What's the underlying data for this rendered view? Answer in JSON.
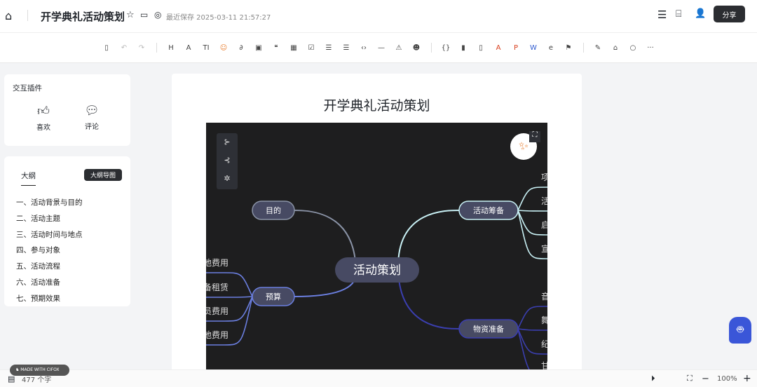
{
  "header": {
    "title": "开学典礼活动策划",
    "save_status": "最近保存 2025-03-11 21:57:27",
    "share_label": "分享"
  },
  "toolbar": {
    "icons": [
      "save-icon",
      "undo-icon",
      "redo-icon",
      "heading-icon",
      "font-size-icon",
      "text-style-icon",
      "ai-icon",
      "link-icon",
      "image-icon",
      "quote-icon",
      "table-icon",
      "checkbox-icon",
      "ordered-list-icon",
      "bullet-list-icon",
      "code-icon",
      "divider-icon",
      "alert-icon",
      "emoji-icon",
      "bracket-icon",
      "attachment-icon",
      "file-icon",
      "pdf-icon",
      "ppt-icon",
      "word-icon",
      "edge-icon",
      "flag-icon",
      "draw-icon",
      "template-icon",
      "search-icon",
      "more-icon"
    ],
    "glyphs": [
      "▯",
      "↶",
      "↷",
      "H",
      "A",
      "TI",
      "☺",
      "∂",
      "▣",
      "❝",
      "▦",
      "☑",
      "☰",
      "☰",
      "‹›",
      "—",
      "⚠",
      "☻",
      "{}",
      "▮",
      "▯",
      "A",
      "P",
      "W",
      "e",
      "⚑",
      "✎",
      "⌂",
      "○",
      "···"
    ]
  },
  "plugins": {
    "title": "交互插件",
    "like_label": "喜欢",
    "comment_label": "评论"
  },
  "outline": {
    "tab_label": "大纲",
    "export_label": "大纲导图",
    "items": [
      "一、活动背景与目的",
      "二、活动主题",
      "三、活动时间与地点",
      "四、参与对象",
      "五、活动流程",
      "六、活动准备",
      "七、预期效果"
    ]
  },
  "document": {
    "title": "开学典礼活动策划"
  },
  "mindmap": {
    "root": "活动策划",
    "branches": [
      {
        "label": "目的",
        "color": "#8a93a6",
        "children": []
      },
      {
        "label": "预算",
        "color": "#6b7fe0",
        "children": [
          "他费用",
          "备租赁",
          "员费用",
          "他费用"
        ]
      },
      {
        "label": "活动筹备",
        "color": "#c9f1f5",
        "children": [
          "项",
          "活",
          "启",
          "宣"
        ]
      },
      {
        "label": "物资准备",
        "color": "#3b3fb0",
        "children": [
          "音",
          "舞",
          "纪",
          "甘"
        ]
      }
    ]
  },
  "status": {
    "word_count": "477 个字",
    "zoom": "100%",
    "badge": "MADE WITH CIFOX"
  }
}
